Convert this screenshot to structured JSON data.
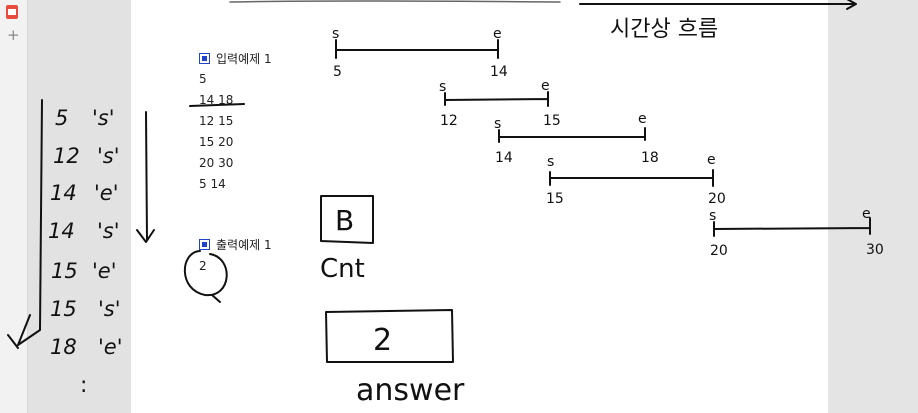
{
  "input_section": {
    "title": "입력예제 1",
    "lines": [
      "5",
      "14 18",
      "12 15",
      "15 20",
      "20 30",
      "5 14"
    ]
  },
  "output_section": {
    "title": "출력예제 1",
    "value": "2"
  },
  "handwriting": {
    "note": "시간상 흐름",
    "events": [
      {
        "t": "5",
        "k": "'s'"
      },
      {
        "t": "12",
        "k": "'s'"
      },
      {
        "t": "14",
        "k": "'e'"
      },
      {
        "t": "14",
        "k": "'s'"
      },
      {
        "t": "15",
        "k": "'e'"
      },
      {
        "t": "15",
        "k": "'s'"
      },
      {
        "t": "18",
        "k": "'e'"
      }
    ],
    "ellipsis": ":",
    "intervals": [
      {
        "s": "s",
        "e": "e",
        "from": "5",
        "to": "14"
      },
      {
        "s": "s",
        "e": "e",
        "from": "12",
        "to": "15"
      },
      {
        "s": "s",
        "e": "e",
        "from": "14",
        "to": "18"
      },
      {
        "s": "s",
        "e": "e",
        "from": "15",
        "to": "20"
      },
      {
        "s": "s",
        "e": "e",
        "from": "20",
        "to": "30"
      }
    ],
    "cnt_value": "B",
    "cnt_label": "Cnt",
    "answer_value": "2",
    "answer_label": "answer"
  }
}
